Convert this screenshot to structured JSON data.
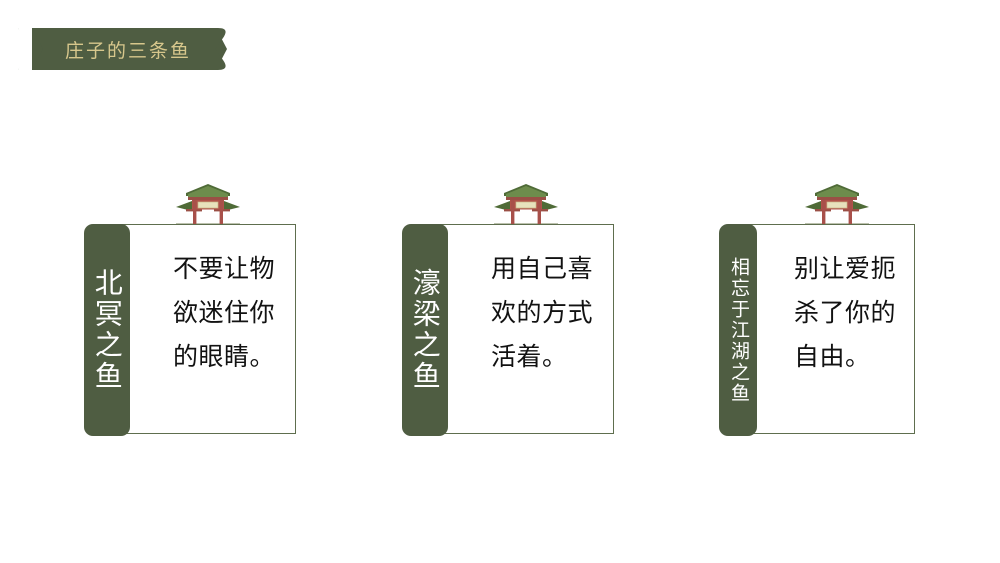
{
  "banner": {
    "title": "庄子的三条鱼",
    "bg_color": "#4f5d42",
    "text_color": "#d7c78c"
  },
  "theme": {
    "green": "#4f5d42",
    "border_green": "#5e6e4e",
    "gold": "#d7c78c",
    "body_text": "#121212",
    "background": "#ffffff",
    "roof_green": "#6d8c4c",
    "roof_dark_green": "#4f6b37",
    "pillar_red": "#b0534a",
    "plaque_cream": "#e8e2bd"
  },
  "cards": [
    {
      "tab_label": "北冥之鱼",
      "body_text": "不要让物欲迷住你的眼睛。",
      "icon": "chinese-gate-icon"
    },
    {
      "tab_label": "濠梁之鱼",
      "body_text": "用自己喜欢的方式活着。",
      "icon": "chinese-gate-icon"
    },
    {
      "tab_label": "相忘于江湖之鱼",
      "body_text": "别让爱扼杀了你的自由。",
      "icon": "chinese-gate-icon"
    }
  ]
}
